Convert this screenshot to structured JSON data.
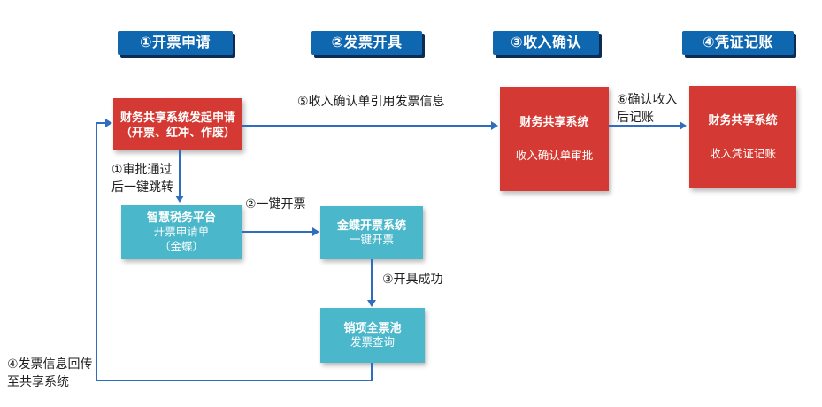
{
  "colors": {
    "header_blue": "#0f67af",
    "header_shadow": "#0c2c55",
    "box_red": "#d43a33",
    "box_teal": "#4ab7ca",
    "arrow_blue": "#2f6ebf",
    "label_text": "#1f1f1f"
  },
  "headers": [
    {
      "label": "①开票申请"
    },
    {
      "label": "②发票开具"
    },
    {
      "label": "③收入确认"
    },
    {
      "label": "④凭证记账"
    }
  ],
  "nodes": {
    "fss_initiate": {
      "line1": "财务共享系统发起申请",
      "line2": "（开票、红冲、作废）"
    },
    "smart_tax": {
      "title": "智慧税务平台",
      "line2": "开票申请单",
      "line3": "（金蝶）"
    },
    "kingdee_invoicing": {
      "title": "金蝶开票系统",
      "subtitle": "一键开票"
    },
    "sales_invoice_pool": {
      "title": "销项全票池",
      "subtitle": "发票查询"
    },
    "fss_income_confirm": {
      "title": "财务共享系统",
      "subtitle": "收入确认单审批"
    },
    "fss_voucher": {
      "title": "财务共享系统",
      "subtitle": "收入凭证记账"
    }
  },
  "edge_labels": {
    "approve_jump": "①审批通过\n后一键跳转",
    "one_click_invoice": "②一键开票",
    "issue_success": "③开具成功",
    "invoice_info_return": "④发票信息回传\n至共享系统",
    "income_ref_invoice": "⑤收入确认单引用发票信息",
    "confirm_income_posting": "⑥确认收入\n后记账"
  }
}
